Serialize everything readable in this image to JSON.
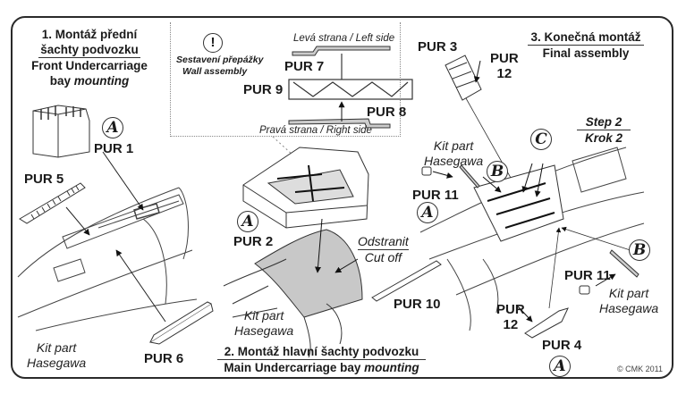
{
  "section1": {
    "title_cz_line1": "1. Montáž přední",
    "title_cz_line2": "šachty podvozku",
    "title_en_line1": "Front Undercarriage",
    "title_en_line2a": "bay ",
    "title_en_line2b": "mounting"
  },
  "section2": {
    "title_cz": "2. Montáž hlavní šachty podvozku",
    "title_en_a": "Main Undercarriage bay ",
    "title_en_b": "mounting"
  },
  "section3": {
    "title_cz": "3. Konečná montáž",
    "title_en": "Final assembly",
    "step_en": "Step 2",
    "step_cz": "Krok 2"
  },
  "wall_assembly": {
    "note_cz": "Sestavení přepážky",
    "note_en": "Wall assembly",
    "left_side": "Levá strana / Left side",
    "right_side": "Pravá strana / Right side",
    "warning_glyph": "!"
  },
  "parts": {
    "pur1": "PUR 1",
    "pur2": "PUR 2",
    "pur3": "PUR 3",
    "pur4": "PUR 4",
    "pur5": "PUR 5",
    "pur6": "PUR 6",
    "pur7": "PUR 7",
    "pur8": "PUR 8",
    "pur9": "PUR 9",
    "pur10": "PUR 10",
    "pur11a": "PUR 11",
    "pur11b": "PUR 11",
    "pur12a_line1": "PUR",
    "pur12a_line2": "12",
    "pur12b_line1": "PUR",
    "pur12b_line2": "12"
  },
  "markers": {
    "a": "A",
    "b": "B",
    "c": "C"
  },
  "kit_part": {
    "line1": "Kit part",
    "line2": "Hasegawa"
  },
  "cut_off": {
    "cz": "Odstranit",
    "en": "Cut off"
  },
  "copyright": "© CMK 2011"
}
